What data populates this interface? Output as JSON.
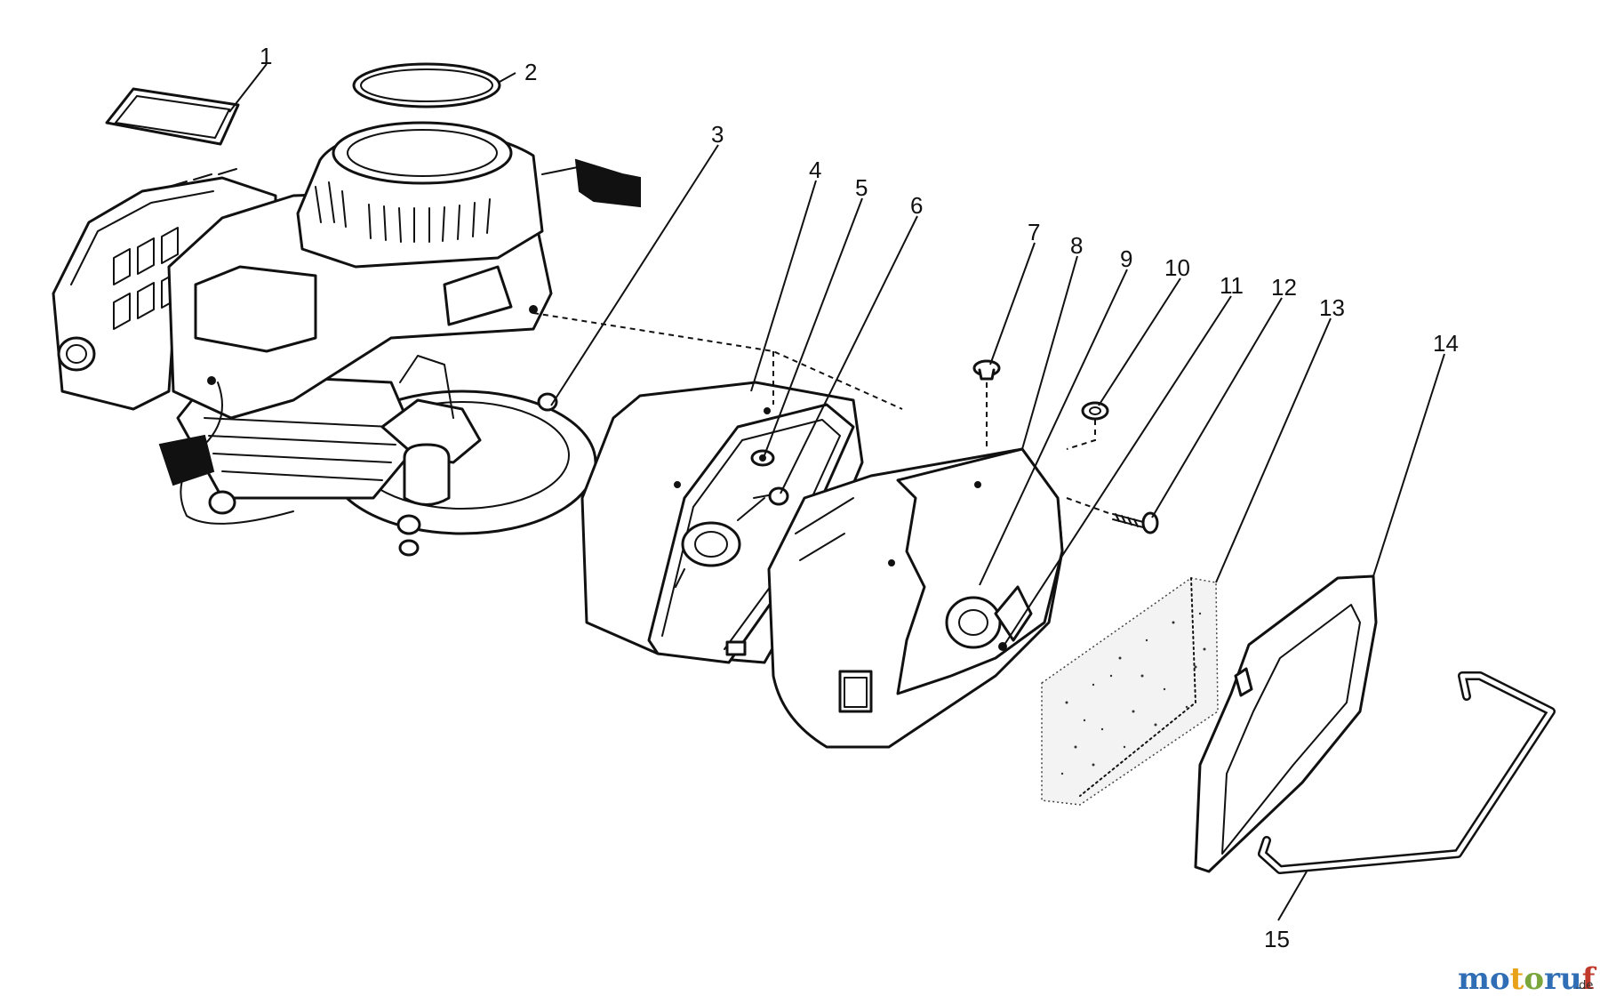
{
  "callouts": [
    "1",
    "2",
    "3",
    "4",
    "5",
    "6",
    "7",
    "8",
    "9",
    "10",
    "11",
    "12",
    "13",
    "14",
    "15"
  ],
  "watermark": {
    "text": "motoruf",
    "tld": ".de",
    "colors": [
      "#2f6db5",
      "#e8a21a",
      "#7aa63c",
      "#c0392b"
    ]
  }
}
